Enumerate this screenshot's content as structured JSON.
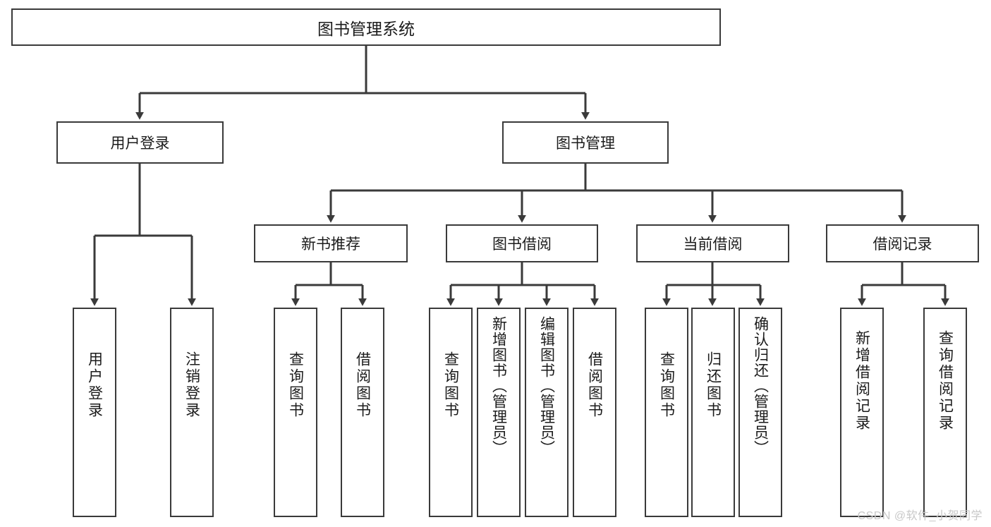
{
  "diagram": {
    "title": "图书管理系统",
    "type": "hierarchy-tree",
    "colors": {
      "box_border": "#3a3a3a",
      "box_fill": "#ffffff",
      "line": "#3a3a3a",
      "text": "#1b1b1b",
      "watermark": "#c8c8c8"
    },
    "root": {
      "label": "图书管理系统"
    },
    "level2": [
      {
        "label": "用户登录"
      },
      {
        "label": "图书管理"
      }
    ],
    "level3": [
      {
        "label": "新书推荐"
      },
      {
        "label": "图书借阅"
      },
      {
        "label": "当前借阅"
      },
      {
        "label": "借阅记录"
      }
    ],
    "leaves": {
      "user_login": [
        {
          "label": "用户登录"
        },
        {
          "label": "注销登录"
        }
      ],
      "new_book_recommend": [
        {
          "label": "查询图书"
        },
        {
          "label": "借阅图书"
        }
      ],
      "book_borrow": [
        {
          "label": "查询图书"
        },
        {
          "label": "新增图书（管理员）"
        },
        {
          "label": "编辑图书（管理员）"
        },
        {
          "label": "借阅图书"
        }
      ],
      "current_borrow": [
        {
          "label": "查询图书"
        },
        {
          "label": "归还图书"
        },
        {
          "label": "确认归还（管理员）"
        }
      ],
      "borrow_record": [
        {
          "label": "新增借阅记录"
        },
        {
          "label": "查询借阅记录"
        }
      ]
    }
  },
  "watermark": {
    "text": "CSDN @软件_小贺同学"
  }
}
